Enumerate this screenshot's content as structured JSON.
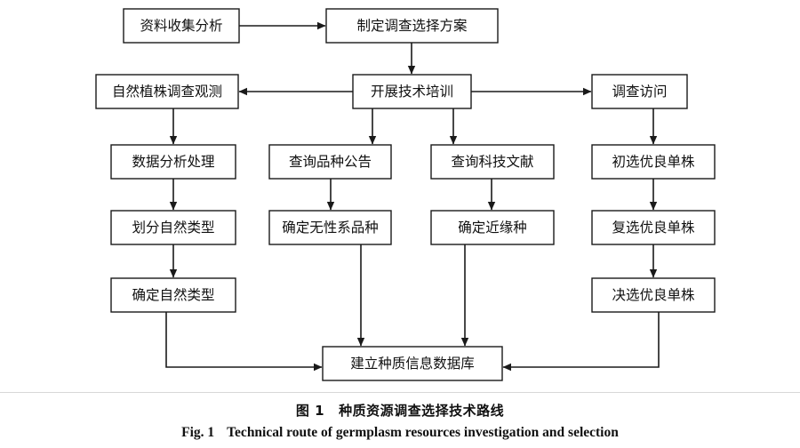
{
  "nodes": [
    {
      "id": "n1",
      "label": "资料收集分析"
    },
    {
      "id": "n2",
      "label": "制定调查选择方案"
    },
    {
      "id": "n3",
      "label": "自然植株调查观测"
    },
    {
      "id": "n4",
      "label": "开展技术培训"
    },
    {
      "id": "n5",
      "label": "调查访问"
    },
    {
      "id": "n6",
      "label": "数据分析处理"
    },
    {
      "id": "n7",
      "label": "查询品种公告"
    },
    {
      "id": "n8",
      "label": "查询科技文献"
    },
    {
      "id": "n9",
      "label": "初选优良单株"
    },
    {
      "id": "n10",
      "label": "划分自然类型"
    },
    {
      "id": "n11",
      "label": "确定无性系品种"
    },
    {
      "id": "n12",
      "label": "确定近缘种"
    },
    {
      "id": "n13",
      "label": "复选优良单株"
    },
    {
      "id": "n14",
      "label": "确定自然类型"
    },
    {
      "id": "n15",
      "label": "决选优良单株"
    },
    {
      "id": "n16",
      "label": "建立种质信息数据库"
    }
  ],
  "edges": [
    {
      "from": "n1",
      "to": "n2"
    },
    {
      "from": "n2",
      "to": "n4"
    },
    {
      "from": "n4",
      "to": "n3"
    },
    {
      "from": "n4",
      "to": "n5"
    },
    {
      "from": "n4",
      "to": "n7"
    },
    {
      "from": "n4",
      "to": "n8"
    },
    {
      "from": "n3",
      "to": "n6"
    },
    {
      "from": "n5",
      "to": "n9"
    },
    {
      "from": "n6",
      "to": "n10"
    },
    {
      "from": "n7",
      "to": "n11"
    },
    {
      "from": "n8",
      "to": "n12"
    },
    {
      "from": "n9",
      "to": "n13"
    },
    {
      "from": "n10",
      "to": "n14"
    },
    {
      "from": "n13",
      "to": "n15"
    },
    {
      "from": "n14",
      "to": "n16"
    },
    {
      "from": "n11",
      "to": "n16"
    },
    {
      "from": "n12",
      "to": "n16"
    },
    {
      "from": "n15",
      "to": "n16"
    }
  ],
  "caption": {
    "cn_number": "图 1",
    "cn_title": "种质资源调查选择技术路线",
    "en_number": "Fig. 1",
    "en_title": "Technical route of germplasm resources investigation and selection"
  }
}
